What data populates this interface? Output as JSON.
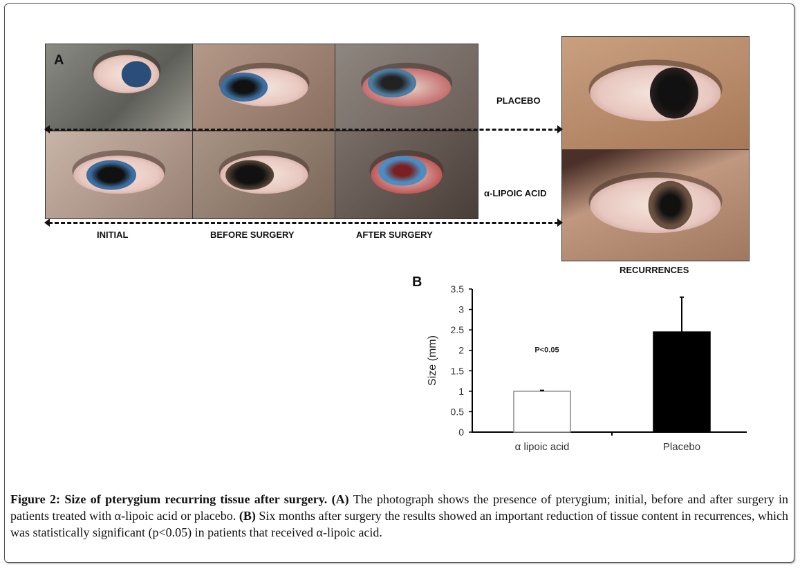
{
  "figure_a": {
    "panel_label": "A",
    "column_labels": [
      "INITIAL",
      "BEFORE SURGERY",
      "AFTER SURGERY"
    ],
    "row_labels": [
      "PLACEBO",
      "α-LIPOIC ACID"
    ],
    "right_label": "RECURRENCES"
  },
  "figure_b": {
    "panel_label": "B"
  },
  "chart_data": {
    "type": "bar",
    "categories": [
      "α lipoic acid",
      "Placebo"
    ],
    "values": [
      1.0,
      2.45
    ],
    "error_upper": [
      0.02,
      0.85
    ],
    "colors": [
      "#ffffff",
      "#000000"
    ],
    "ylabel": "Size (mm)",
    "xlabel": "",
    "ylim": [
      0,
      3.5
    ],
    "yticks": [
      "0",
      "0.5",
      "1",
      "1.5",
      "2",
      "2.5",
      "3",
      "3.5"
    ],
    "annotation": "P<0.05",
    "grid": false
  },
  "caption": {
    "title": "Figure 2: Size of pterygium recurring tissue after surgery.",
    "a_label": "(A)",
    "a_text": " The photograph shows the presence of pterygium; initial, before and after surgery in patients treated with α-lipoic acid or placebo. ",
    "b_label": "(B)",
    "b_text": " Six months after surgery the results showed an important reduction of tissue content in recurrences, which was statistically significant (p<0.05) in patients that received α-lipoic acid."
  }
}
